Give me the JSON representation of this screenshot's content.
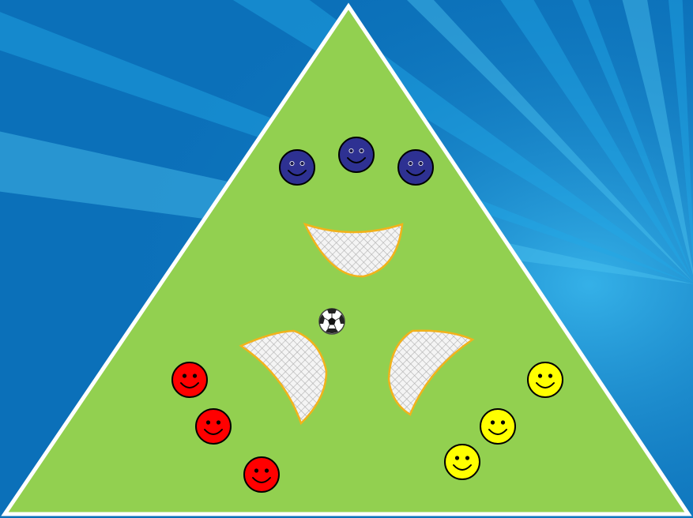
{
  "background": {
    "base_color": "#0b70b9",
    "ray_color": "#22a9e6",
    "ray_light_color": "#4cc3f0"
  },
  "field": {
    "shape": "triangle",
    "fill_color": "#92d050",
    "border_color": "#ffffff"
  },
  "goals": {
    "count": 3,
    "net_color": "#c8c8c8",
    "net_background": "#f4f4f4",
    "border_color": "#f2b21b"
  },
  "ball": {
    "icon": "soccer-ball-icon"
  },
  "teams": [
    {
      "name": "blue",
      "color": "#2e3192",
      "player_count": 3
    },
    {
      "name": "red",
      "color": "#ff0000",
      "player_count": 3
    },
    {
      "name": "yellow",
      "color": "#ffff00",
      "player_count": 3
    }
  ]
}
